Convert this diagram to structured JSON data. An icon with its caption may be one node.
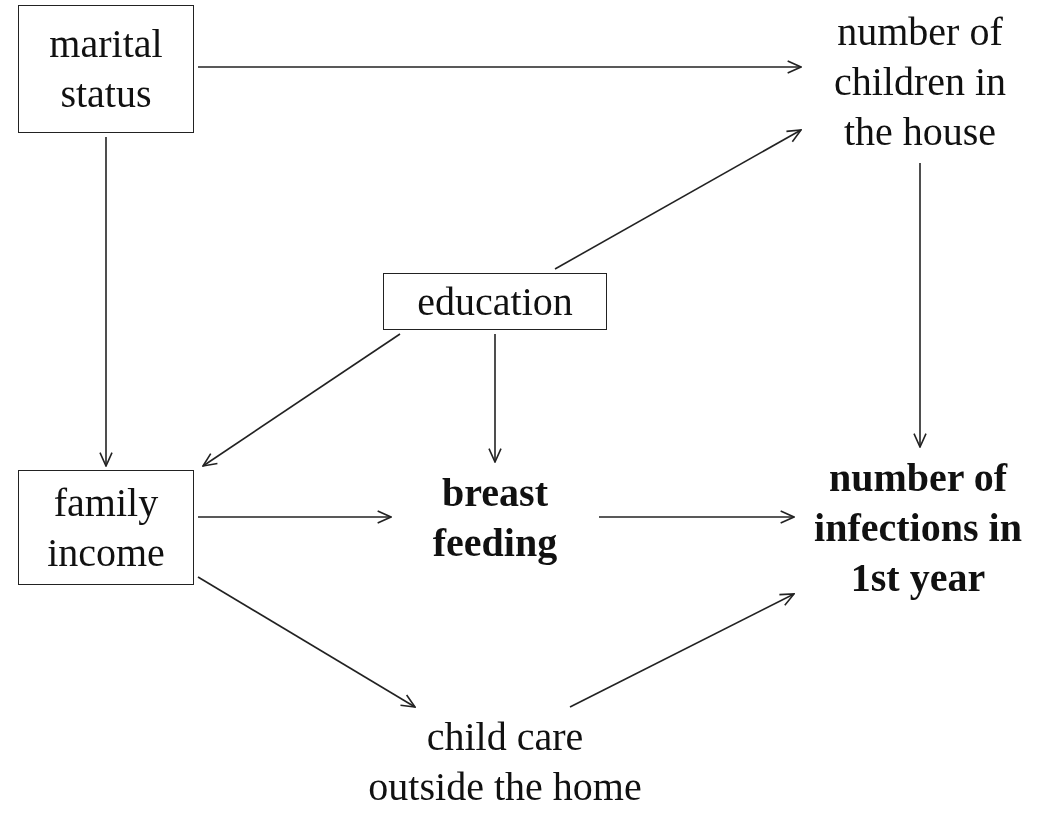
{
  "diagram": {
    "nodes": [
      {
        "text": [
          "marital status"
        ]
      },
      {
        "text": [
          "number of children in the house"
        ]
      },
      {
        "text": [
          "education"
        ]
      },
      {
        "text": [
          "family income"
        ]
      },
      {
        "text": [
          "breast feeding"
        ]
      },
      {
        "text": [
          "number of infections in 1st year"
        ]
      },
      {
        "text": [
          "child care outside the home"
        ]
      }
    ],
    "edges": [
      {
        "from": 0,
        "to": 1,
        "arrow": "to"
      },
      {
        "from": 0,
        "to": 3,
        "arrow": "to"
      },
      {
        "from": 2,
        "to": 1,
        "arrow": "to"
      },
      {
        "from": 2,
        "to": 3,
        "arrow": "to"
      },
      {
        "from": 2,
        "to": 4,
        "arrow": "to"
      },
      {
        "from": 1,
        "to": 5,
        "arrow": "to"
      },
      {
        "from": 3,
        "to": 4,
        "arrow": "to"
      },
      {
        "from": 4,
        "to": 5,
        "arrow": "to"
      },
      {
        "from": 3,
        "to": 6,
        "arrow": "to"
      },
      {
        "from": 6,
        "to": 5,
        "arrow": "to"
      }
    ]
  }
}
